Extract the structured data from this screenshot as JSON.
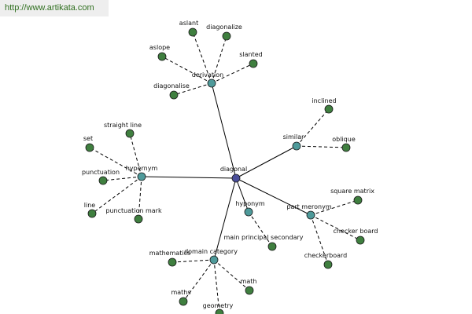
{
  "site": {
    "url": "http://www.artikata.com"
  },
  "colors": {
    "center": "#4a4e9a",
    "hub": "#4e9a9a",
    "leaf": "#3f7f3f",
    "stroke": "#1a1a1a"
  },
  "graph": {
    "center": "diagonal",
    "hubs": [
      {
        "id": "derivation",
        "label": "derivation",
        "leaves": [
          "aslant",
          "diagonalize",
          "aslope",
          "slanted",
          "diagonalise"
        ]
      },
      {
        "id": "similar",
        "label": "similar",
        "leaves": [
          "inclined",
          "oblique"
        ]
      },
      {
        "id": "hypernym",
        "label": "hypernym",
        "leaves": [
          "straight line",
          "set",
          "punctuation",
          "line",
          "punctuation mark"
        ]
      },
      {
        "id": "hyponym",
        "label": "hyponym",
        "leaves": [
          "main principal secondary"
        ]
      },
      {
        "id": "part-meronym",
        "label": "part meronym",
        "leaves": [
          "square matrix",
          "checker board",
          "checkerboard"
        ]
      },
      {
        "id": "domain-category",
        "label": "domain category",
        "leaves": [
          "mathematics",
          "maths",
          "geometry",
          "math"
        ]
      }
    ]
  }
}
